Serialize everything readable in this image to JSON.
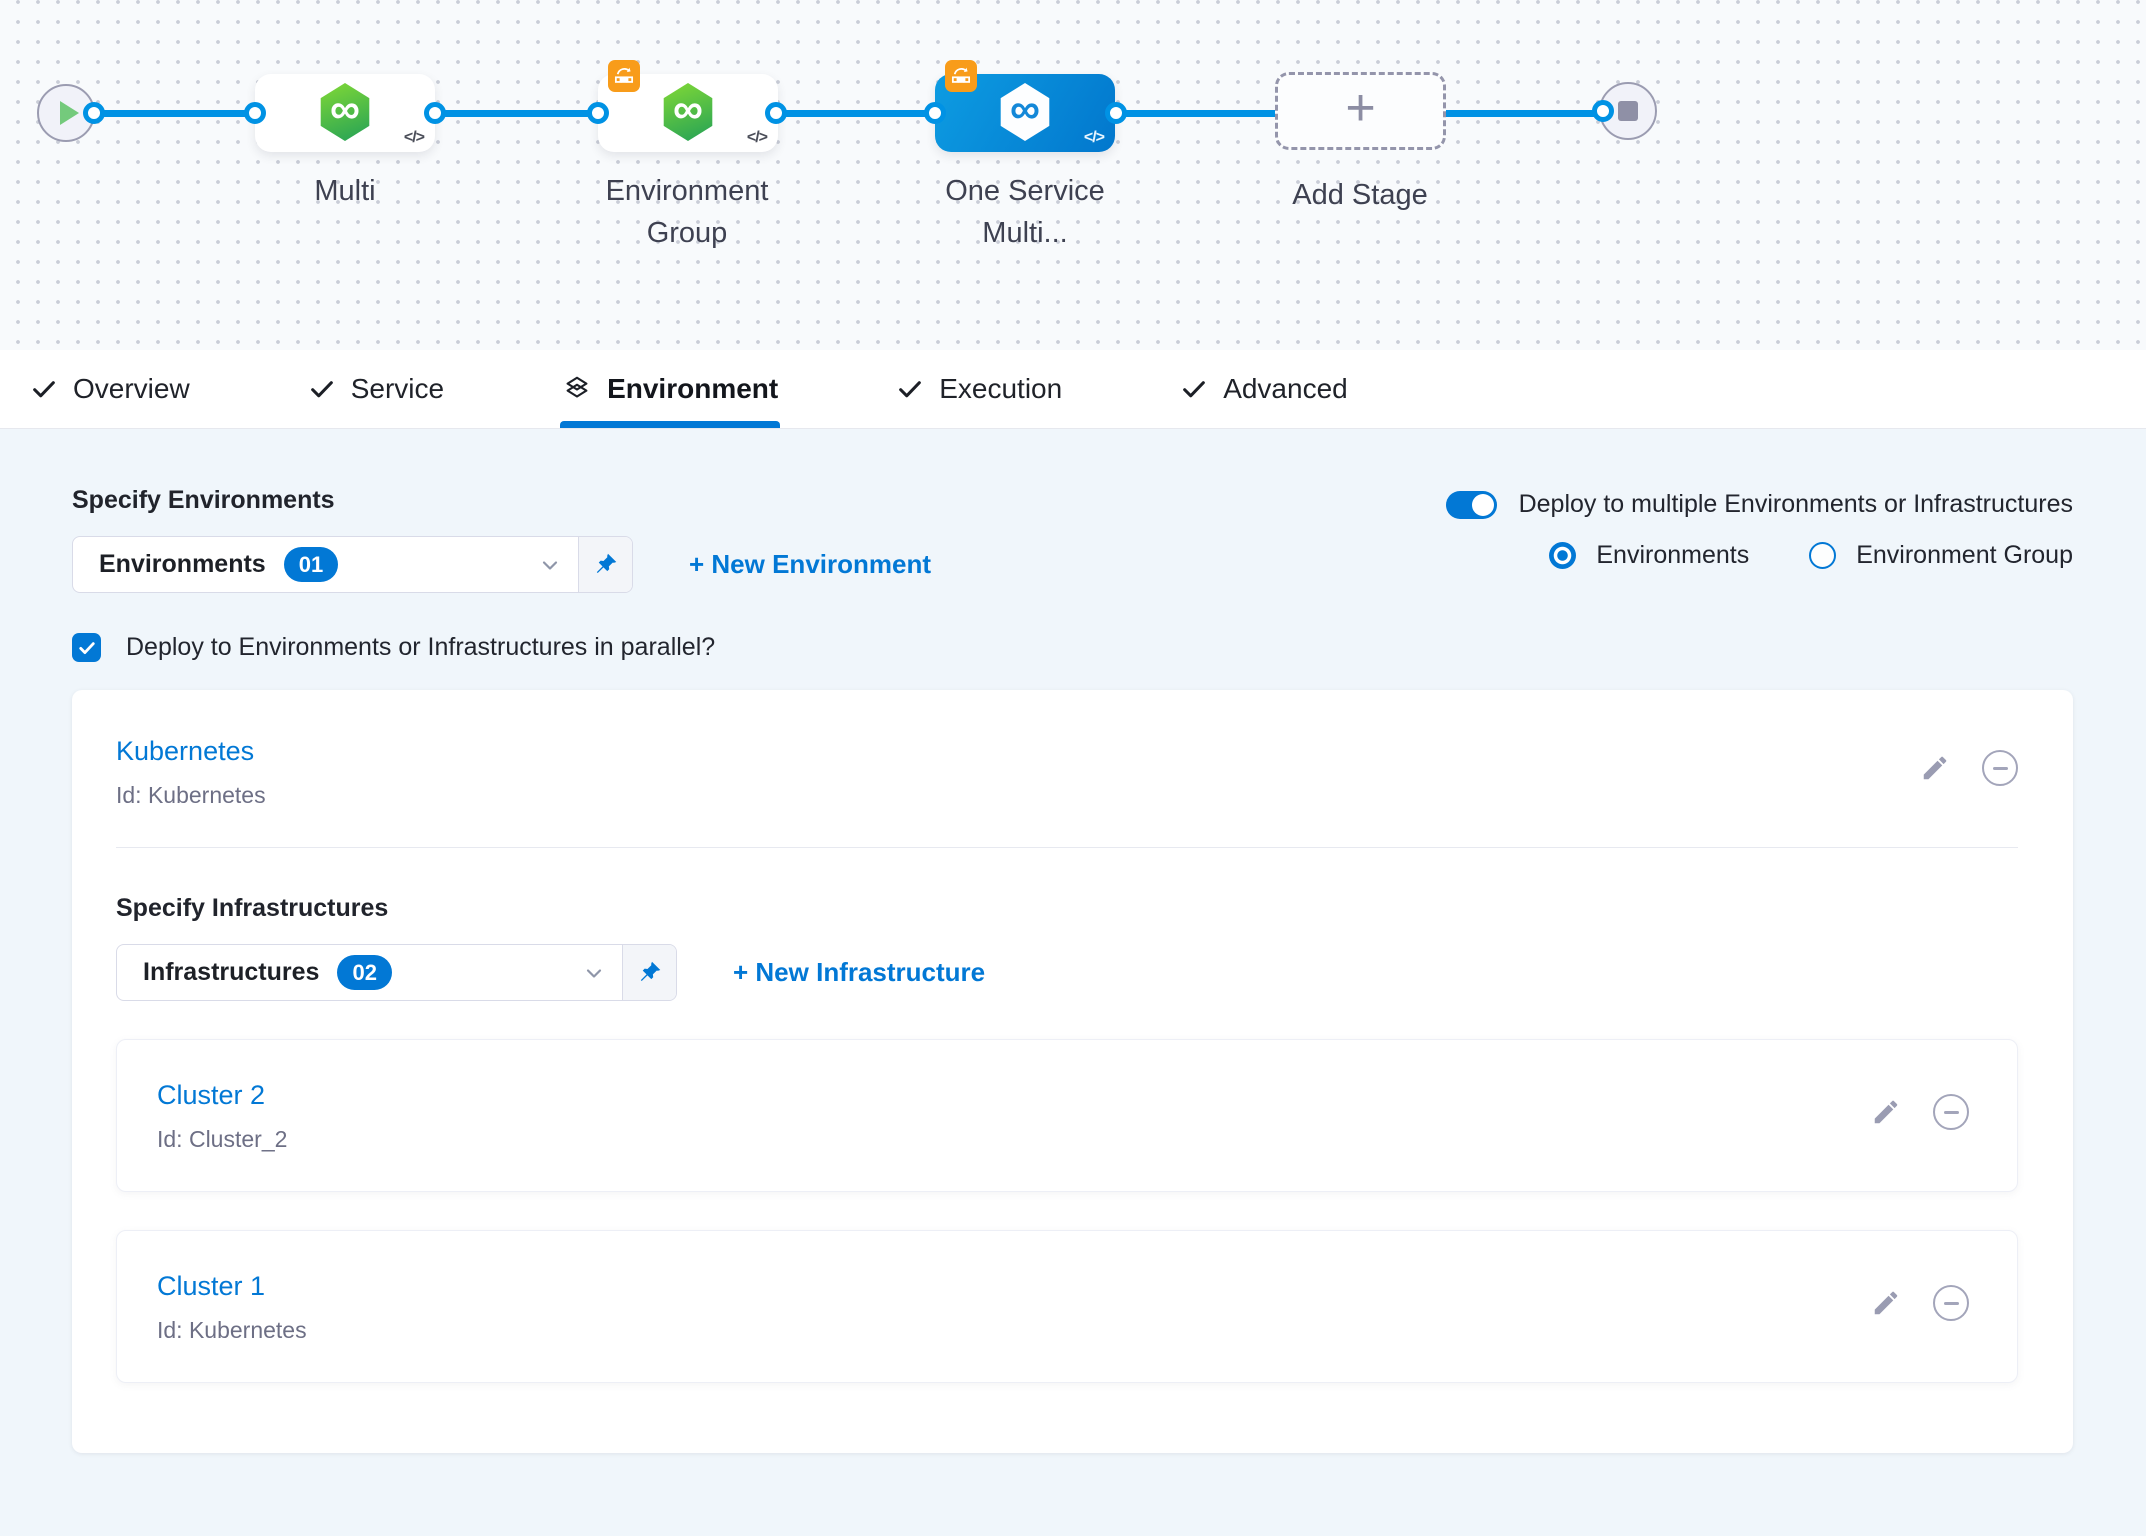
{
  "colors": {
    "accent": "#0278d5",
    "connector": "#0092e4",
    "text-dark": "#22252e",
    "text-gray": "#6d6f85",
    "muted-icon": "#9a9cb2"
  },
  "icons": {
    "infinity": "∞",
    "code": "</>",
    "plus": "+"
  },
  "pipeline": {
    "nodes": [
      {
        "label": "Multi",
        "selected": false,
        "deploy_badge": false
      },
      {
        "label": "Environment Group",
        "selected": false,
        "deploy_badge": true
      },
      {
        "label": "One Service Multi...",
        "selected": true,
        "deploy_badge": true
      }
    ],
    "add_stage_label": "Add Stage"
  },
  "tabs": [
    {
      "label": "Overview",
      "icon": "check"
    },
    {
      "label": "Service",
      "icon": "check"
    },
    {
      "label": "Environment",
      "icon": "environment-layers",
      "active": true
    },
    {
      "label": "Execution",
      "icon": "check"
    },
    {
      "label": "Advanced",
      "icon": "check"
    }
  ],
  "environment": {
    "specify_environments_label": "Specify Environments",
    "environments_select": {
      "value": "Environments",
      "count": "01"
    },
    "new_environment_label": "+ New Environment",
    "multi_toggle_label": "Deploy to multiple Environments or Infrastructures",
    "radio_environments_label": "Environments",
    "radio_environment_group_label": "Environment Group",
    "parallel_checkbox_label": "Deploy to Environments or Infrastructures in parallel?",
    "environment_card": {
      "title": "Kubernetes",
      "id": "Id: Kubernetes"
    },
    "specify_infrastructures_label": "Specify Infrastructures",
    "infrastructures_select": {
      "value": "Infrastructures",
      "count": "02"
    },
    "new_infrastructure_label": "+ New Infrastructure",
    "infrastructure_cards": [
      {
        "title": "Cluster 2",
        "id": "Id: Cluster_2"
      },
      {
        "title": "Cluster 1",
        "id": "Id: Kubernetes"
      }
    ]
  }
}
